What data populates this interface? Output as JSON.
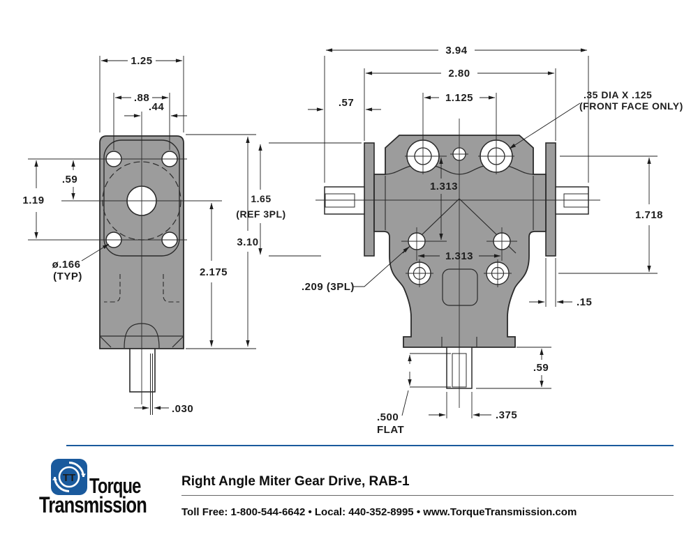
{
  "drawing": {
    "colors": {
      "body_gray": "#9c9c9c",
      "line": "#2a2a2a",
      "logo_blue": "#1a5a9d"
    },
    "left_view": {
      "dim_width": "1.25",
      "dim_hole_span": ".88",
      "dim_center_offset": ".44",
      "dim_hole_half": ".59",
      "dim_hole_vspan": "1.19",
      "note_hole_dia_line1": "ø.166",
      "note_hole_dia_line2": "(TYP)",
      "dim_height": "3.10",
      "dim_lower_height": "2.175",
      "dim_shaft_flat": ".030"
    },
    "right_view": {
      "dim_width": "3.94",
      "dim_flange_span": "2.80",
      "dim_side": ".57",
      "dim_top_holes": "1.125",
      "note_cbore_line1": ".35 DIA X .125",
      "note_cbore_line2": "(FRONT FACE ONLY)",
      "dim_ref_line1": "1.65",
      "dim_ref_line2": "(REF 3PL)",
      "dim_bolt_vertical": "1.313",
      "dim_bolt_horizontal": "1.313",
      "dim_body_height": "1.718",
      "note_small_hole": ".209  (3PL)",
      "dim_flange_thickness": ".15",
      "dim_shaft_length": ".59",
      "dim_flat_line1": ".500",
      "dim_flat_line2": "FLAT",
      "dim_shaft_dia": ".375"
    }
  },
  "footer": {
    "logo": {
      "monogram": "TT",
      "brand_line1": "Torque",
      "brand_line2": "Transmission"
    },
    "product_title": "Right Angle Miter Gear Drive, RAB-1",
    "contact": "Toll Free: 1-800-544-6642   •   Local: 440-352-8995   •   www.TorqueTransmission.com"
  }
}
